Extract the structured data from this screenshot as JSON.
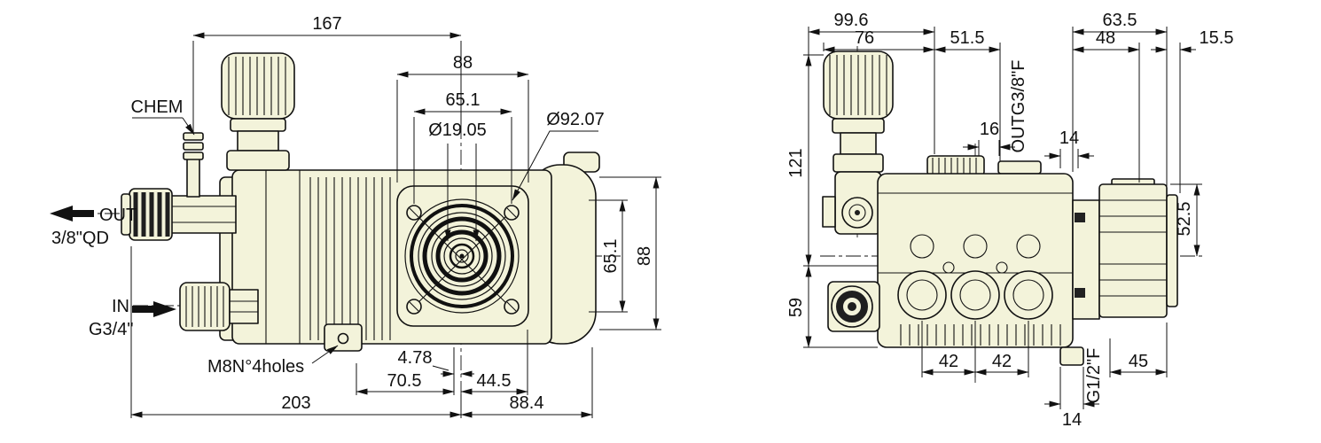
{
  "drawing": {
    "colors": {
      "bg": "#ffffff",
      "body-fill": "#f3f3da",
      "line-color": "#111111"
    },
    "left": {
      "len_167": "167",
      "width_88": "88",
      "width_65_1": "65.1",
      "dia_19_05": "Ø19.05",
      "dia_92_07": "Ø92.07",
      "chem_label": "CHEM",
      "out_label": "OUT",
      "out_spec": "3/8\"QD",
      "in_label": "IN",
      "in_spec": "G3/4\"",
      "holes_note": "M8N°4holes",
      "off_4_78": "4.78",
      "len_70_5": "70.5",
      "len_44_5": "44.5",
      "len_203": "203",
      "len_88_4": "88.4",
      "height_65_1": "65.1",
      "height_88": "88"
    },
    "right": {
      "w_99_6": "99.6",
      "w_76": "76",
      "w_51_5": "51.5",
      "w_63_5": "63.5",
      "w_48": "48",
      "w_15_5": "15.5",
      "h_121": "121",
      "w_16": "16",
      "out_port": "OUTG3/8\"F",
      "w_14_top": "14",
      "h_52_5": "52.5",
      "h_59": "59",
      "pitch_42_a": "42",
      "pitch_42_b": "42",
      "w_45": "45",
      "bottom_port": "G1/2\"F",
      "w_14_bottom": "14"
    }
  }
}
